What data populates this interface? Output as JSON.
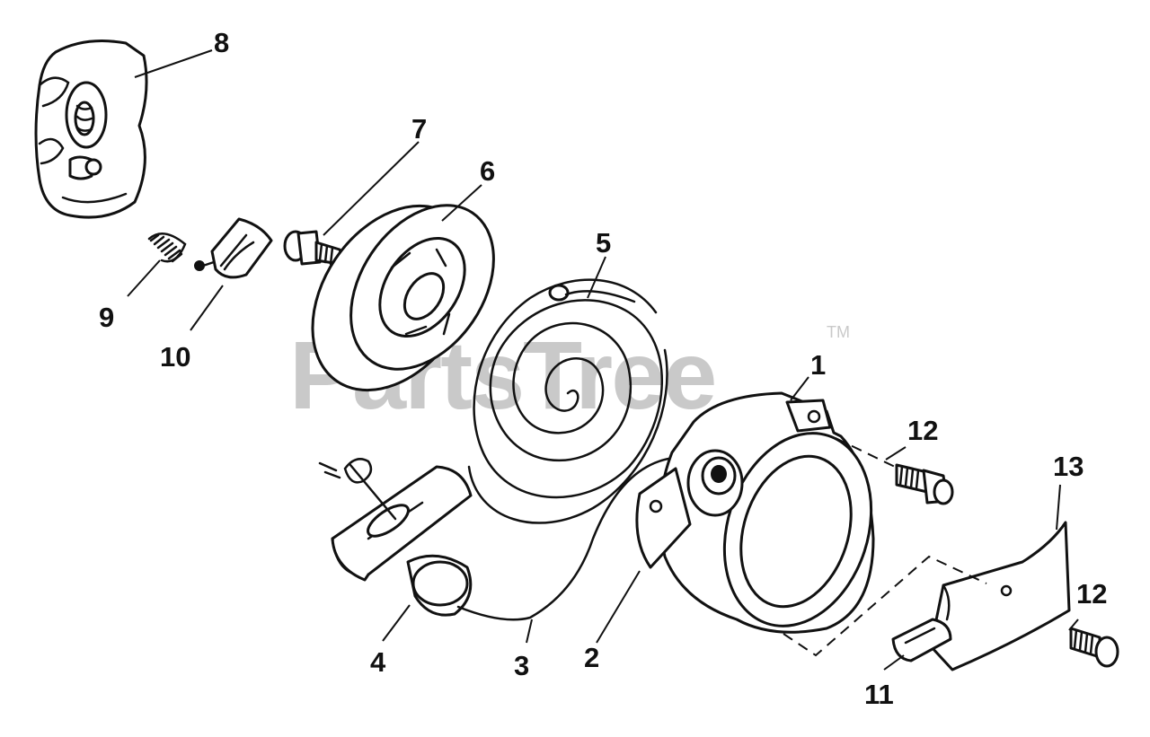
{
  "watermark": {
    "text": "PartsTree",
    "trademark": "TM"
  },
  "callouts": [
    "1",
    "2",
    "3",
    "4",
    "5",
    "6",
    "7",
    "8",
    "9",
    "10",
    "11",
    "12",
    "12",
    "13"
  ]
}
